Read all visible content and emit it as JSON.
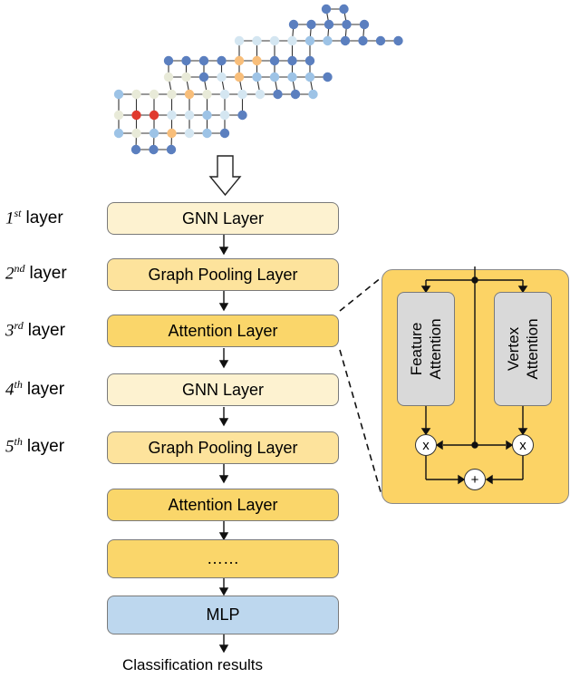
{
  "layer_labels": [
    {
      "num": "1",
      "sup": "st",
      "word": "layer"
    },
    {
      "num": "2",
      "sup": "nd",
      "word": "layer"
    },
    {
      "num": "3",
      "sup": "rd",
      "word": "layer"
    },
    {
      "num": "4",
      "sup": "th",
      "word": "layer"
    },
    {
      "num": "5",
      "sup": "th",
      "word": "layer"
    }
  ],
  "pipeline": [
    {
      "label": "GNN Layer"
    },
    {
      "label": "Graph Pooling Layer"
    },
    {
      "label": "Attention Layer"
    },
    {
      "label": "GNN Layer"
    },
    {
      "label": "Graph Pooling Layer"
    },
    {
      "label": "Attention Layer"
    },
    {
      "label": "……"
    },
    {
      "label": "MLP"
    }
  ],
  "attention_detail": {
    "feature_attention": "Feature\nAttention",
    "vertex_attention": "Vertex\nAttention",
    "multiply_symbol": "x",
    "add_symbol": "+"
  },
  "output_label": "Classification results",
  "colors": {
    "light_yellow": "#fdf2d0",
    "medium_yellow": "#fde39c",
    "dark_yellow": "#fad66a",
    "blue": "#bdd7ee",
    "grey": "#d9d9d9",
    "node_dark_blue": "#5b7fbf",
    "node_mid_blue": "#9dc3e6",
    "node_light_blue": "#d4e6f1",
    "node_pale": "#e8ead8",
    "node_orange": "#f8be7a",
    "node_red": "#e03a2e"
  }
}
